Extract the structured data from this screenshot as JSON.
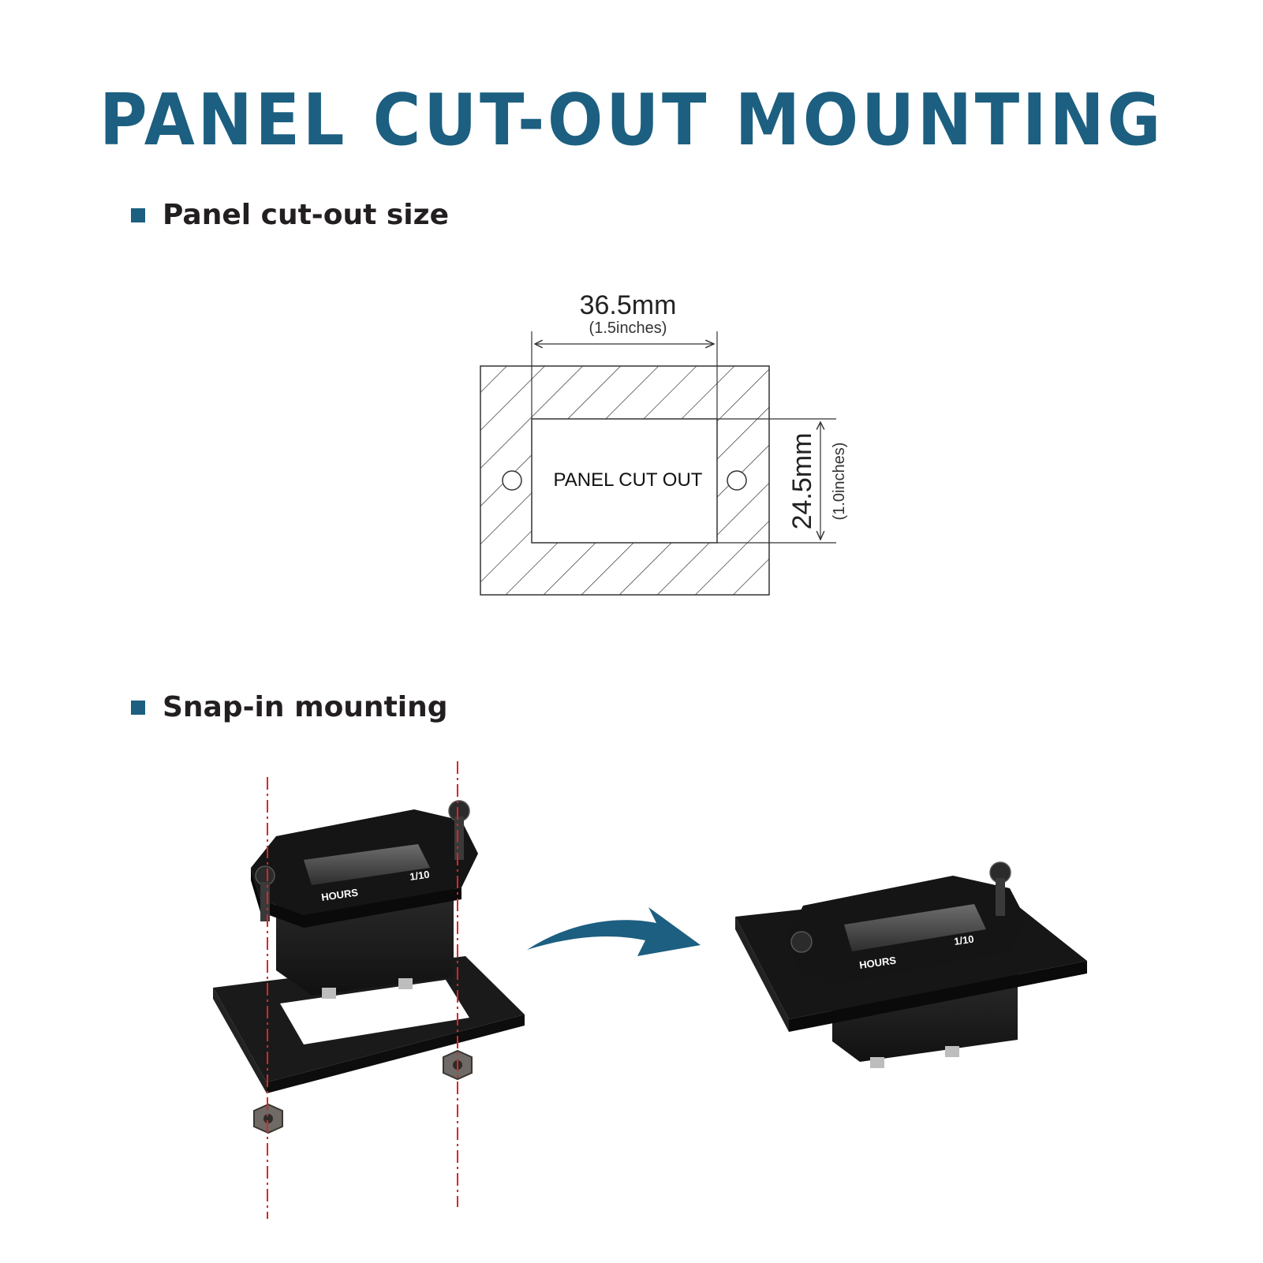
{
  "title": "PANEL CUT-OUT MOUNTING",
  "sections": [
    {
      "label": "Panel cut-out size"
    },
    {
      "label": "Snap-in mounting"
    }
  ],
  "cutout": {
    "center_label": "PANEL CUT OUT",
    "width_value": "36.5mm",
    "width_inches": "(1.5inches)",
    "height_value": "24.5mm",
    "height_inches": "(1.0inches)"
  },
  "meter": {
    "unit_label": "HOURS",
    "resolution_label": "1/10"
  },
  "colors": {
    "accent": "#1c5f80",
    "guide_line": "#d9262a",
    "text": "#231f20"
  }
}
